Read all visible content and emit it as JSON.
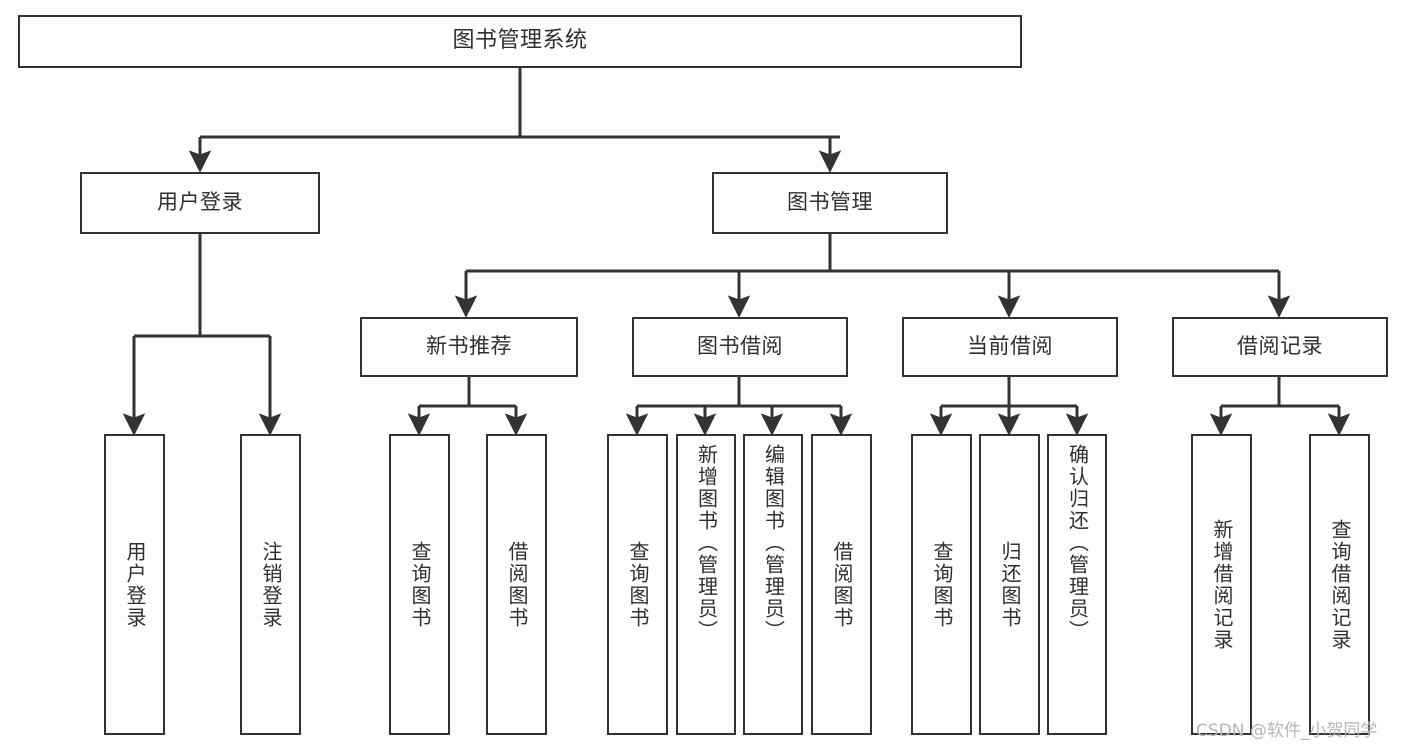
{
  "diagram": {
    "title": "图书管理系统",
    "type": "hierarchy-tree",
    "orientation": "top-down",
    "colors": {
      "box_border": "#333333",
      "box_fill": "#ffffff",
      "text": "#2f2f2f",
      "edge": "#333333",
      "background": "#ffffff",
      "watermark": "#b6b6b6"
    }
  },
  "nodes": {
    "root": {
      "label": "图书管理系统"
    },
    "level2": [
      {
        "id": "user-login",
        "label": "用户登录"
      },
      {
        "id": "book-management",
        "label": "图书管理"
      }
    ],
    "level3": [
      {
        "id": "new-book-recommend",
        "label": "新书推荐"
      },
      {
        "id": "book-borrow",
        "label": "图书借阅"
      },
      {
        "id": "current-borrow",
        "label": "当前借阅"
      },
      {
        "id": "borrow-record",
        "label": "借阅记录"
      }
    ],
    "leaves": {
      "user_login": [
        {
          "id": "leaf-user-login",
          "label": "用户登录"
        },
        {
          "id": "leaf-logout-login",
          "label": "注销登录"
        }
      ],
      "new_book_recommend": [
        {
          "id": "leaf-query-book-1",
          "label": "查询图书"
        },
        {
          "id": "leaf-borrow-book-1",
          "label": "借阅图书"
        }
      ],
      "book_borrow": [
        {
          "id": "leaf-query-book-2",
          "label": "查询图书"
        },
        {
          "id": "leaf-add-book",
          "label": "新增图书（管理员）"
        },
        {
          "id": "leaf-edit-book",
          "label": "编辑图书（管理员）"
        },
        {
          "id": "leaf-borrow-book-2",
          "label": "借阅图书"
        }
      ],
      "current_borrow": [
        {
          "id": "leaf-query-book-3",
          "label": "查询图书"
        },
        {
          "id": "leaf-return-book",
          "label": "归还图书"
        },
        {
          "id": "leaf-confirm-return",
          "label": "确认归还（管理员）"
        }
      ],
      "borrow_record": [
        {
          "id": "leaf-add-record",
          "label": "新增借阅记录"
        },
        {
          "id": "leaf-query-record",
          "label": "查询借阅记录"
        }
      ]
    }
  },
  "watermark": {
    "text": "CSDN @软件_小贺同学"
  }
}
